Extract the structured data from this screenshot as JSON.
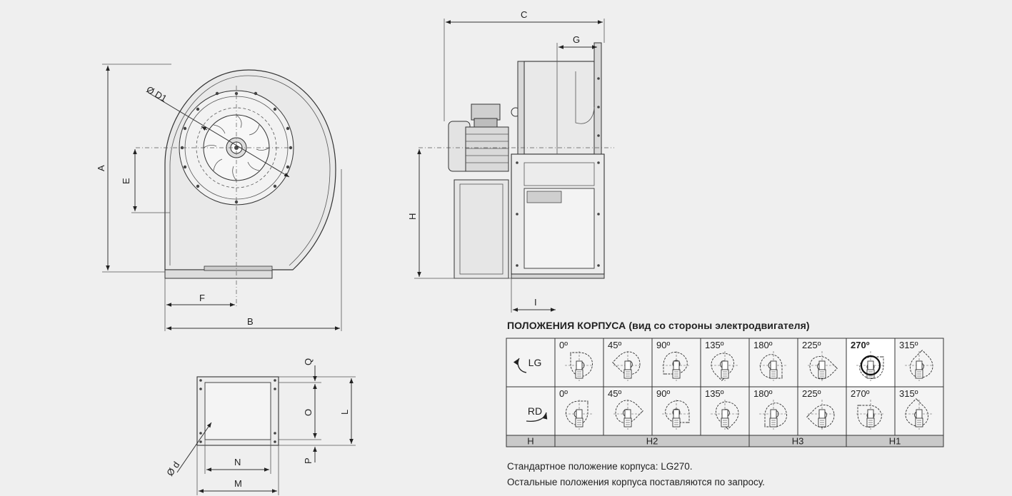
{
  "dimensions": {
    "A": "A",
    "B": "B",
    "C": "C",
    "D1": "Ø D1",
    "E": "E",
    "F": "F",
    "G": "G",
    "H": "H",
    "I": "I",
    "L": "L",
    "M": "M",
    "N": "N",
    "O": "O",
    "P": "P",
    "Q": "Q",
    "d": "Ø d"
  },
  "positions": {
    "title": "ПОЛОЖЕНИЯ КОРПУСА (вид со стороны электродвигателя)",
    "rows": [
      {
        "label": "LG",
        "angles": [
          "0º",
          "45º",
          "90º",
          "135º",
          "180º",
          "225º",
          "270º",
          "315º"
        ],
        "highlight_index": 6
      },
      {
        "label": "RD",
        "angles": [
          "0º",
          "45º",
          "90º",
          "135º",
          "180º",
          "225º",
          "270º",
          "315º"
        ],
        "highlight_index": -1
      }
    ],
    "footer": [
      "H",
      "H2",
      "H3",
      "H1"
    ]
  },
  "notes": {
    "line1": "Стандартное положение корпуса: LG270.",
    "line2": "Остальные положения корпуса поставляются по запросу."
  },
  "colors": {
    "background": "#efefef",
    "footer_band": "#c9c9c9",
    "highlight_cell": "#ffffff"
  }
}
